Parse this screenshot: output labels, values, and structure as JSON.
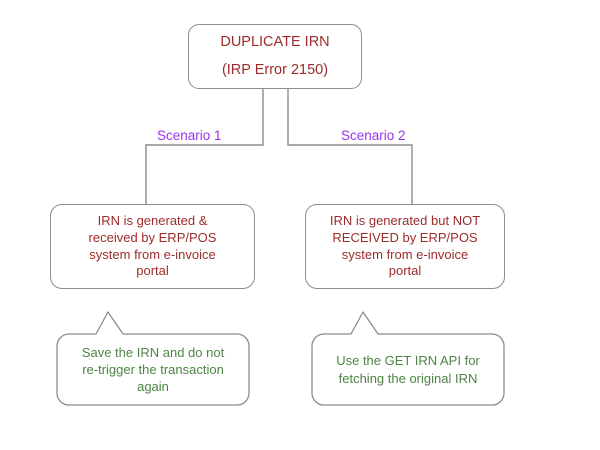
{
  "diagram": {
    "title_node": {
      "name": "duplicate-irn-root",
      "lines": [
        "DUPLICATE IRN",
        "(IRP Error 2150)"
      ]
    },
    "edge_labels": [
      {
        "name": "scenario-1",
        "text": "Scenario 1"
      },
      {
        "name": "scenario-2",
        "text": "Scenario 2"
      }
    ],
    "scenario_nodes": [
      {
        "name": "scenario-1-condition",
        "lines": [
          "IRN is generated &",
          "received by ERP/POS",
          "system from e-invoice",
          "portal"
        ]
      },
      {
        "name": "scenario-2-condition",
        "lines": [
          "IRN is generated but NOT",
          "RECEIVED by ERP/POS",
          "system from e-invoice",
          "portal"
        ]
      }
    ],
    "resolution_callouts": [
      {
        "name": "scenario-1-resolution",
        "lines": [
          "Save the IRN and do not",
          "re-trigger the transaction",
          "again"
        ]
      },
      {
        "name": "scenario-2-resolution",
        "lines": [
          "Use the GET IRN API for",
          "fetching the original IRN"
        ]
      }
    ],
    "colors": {
      "node_text_red": "#9e2b2b",
      "callout_text_green": "#4e8445",
      "edge_label_purple": "#9933ee",
      "border_grey": "#8d8d8d",
      "background": "#ffffff"
    }
  }
}
